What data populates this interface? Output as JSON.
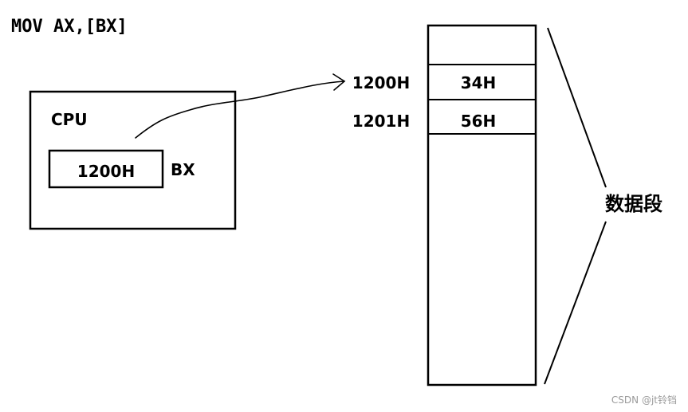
{
  "instruction": "MOV AX,[BX]",
  "cpu": {
    "label": "CPU",
    "register": {
      "value": "1200H",
      "name": "BX"
    }
  },
  "memory": {
    "cells": [
      {
        "address": "1200H",
        "value": "34H"
      },
      {
        "address": "1201H",
        "value": "56H"
      }
    ],
    "segment_label": "数据段"
  },
  "watermark": "CSDN @jt铃铛",
  "colors": {
    "ink": "#000000",
    "background": "#ffffff",
    "watermark": "#9a9a9a"
  }
}
